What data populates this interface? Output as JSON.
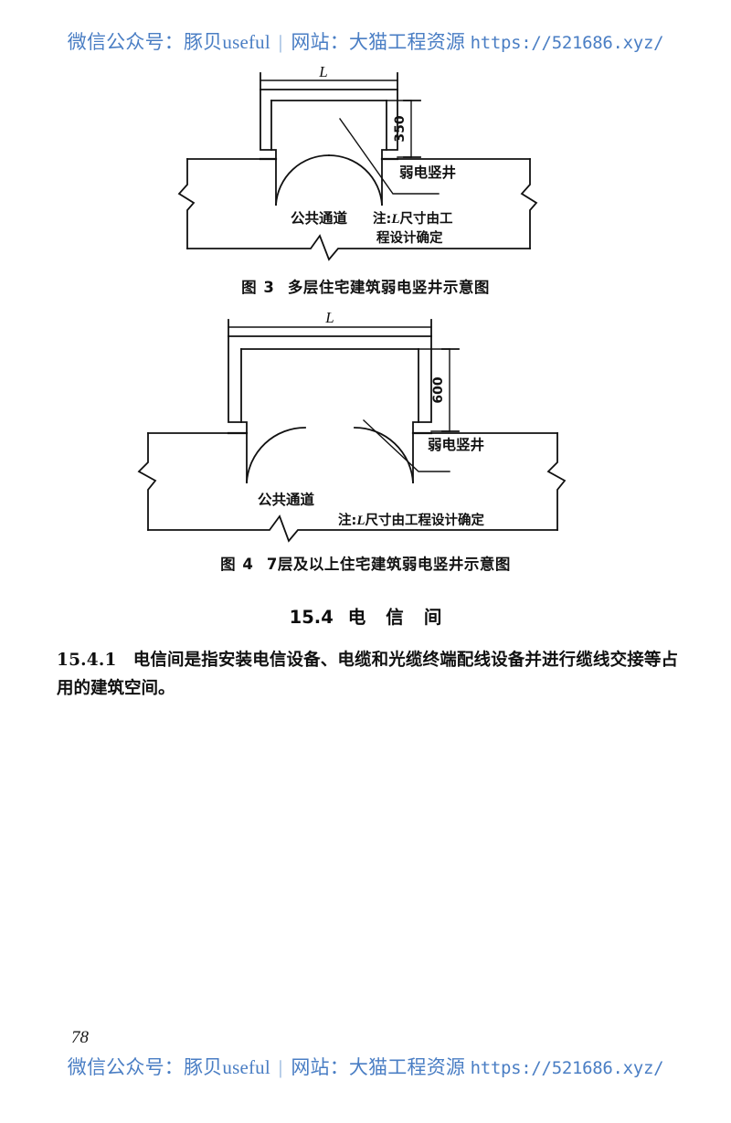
{
  "watermark": {
    "label_wechat": "微信公众号：豚贝useful",
    "separator": "|",
    "label_site": "网站：大猫工程资源",
    "url": "https://521686.xyz/"
  },
  "figures": [
    {
      "id": "figure-3",
      "caption_number": "图 3",
      "caption_text": "多层住宅建筑弱电竖井示意图",
      "dim_width_label": "L",
      "dim_depth_label": "350",
      "annotation_shaft": "弱电竖井",
      "annotation_corridor": "公共通道",
      "note_line1": "注:L尺寸由工",
      "note_line2": "程设计确定",
      "note_prefix": "注:",
      "note_italic": "L",
      "note_rest1": "尺寸由工",
      "note_rest2": "程设计确定"
    },
    {
      "id": "figure-4",
      "caption_number": "图 4",
      "caption_text": "7层及以上住宅建筑弱电竖井示意图",
      "dim_width_label": "L",
      "dim_depth_label": "600",
      "annotation_shaft": "弱电竖井",
      "annotation_corridor": "公共通道",
      "note_line1": "注:L尺寸由工程设计确定",
      "note_prefix": "注:",
      "note_italic": "L",
      "note_rest1": "尺寸由工程设计确定"
    }
  ],
  "section": {
    "number": "15.4",
    "title_char_1": "电",
    "title_char_2": "信",
    "title_char_3": "间"
  },
  "clause": {
    "number": "15.4.1",
    "text": "电信间是指安装电信设备、电缆和光缆终端配线设备并进行缆线交接等占用的建筑空间。"
  },
  "page_number": "78",
  "colors": {
    "watermark": "#4a7ec4",
    "ink": "#111111",
    "paper": "#ffffff"
  }
}
